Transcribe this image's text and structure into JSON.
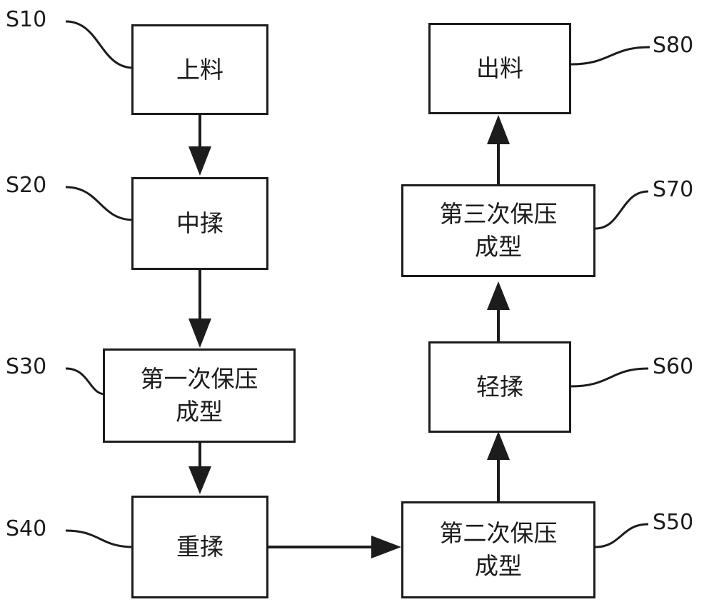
{
  "steps": [
    {
      "id": "S10",
      "label": "上料"
    },
    {
      "id": "S20",
      "label": "中揉"
    },
    {
      "id": "S30",
      "label": "第一次保压\n成型"
    },
    {
      "id": "S40",
      "label": "重揉"
    },
    {
      "id": "S50",
      "label": "第二次保压\n成型"
    },
    {
      "id": "S60",
      "label": "轻揉"
    },
    {
      "id": "S70",
      "label": "第三次保压\n成型"
    },
    {
      "id": "S80",
      "label": "出料"
    }
  ],
  "colors": {
    "line": "#1c1c1c",
    "background": "#ffffff"
  }
}
